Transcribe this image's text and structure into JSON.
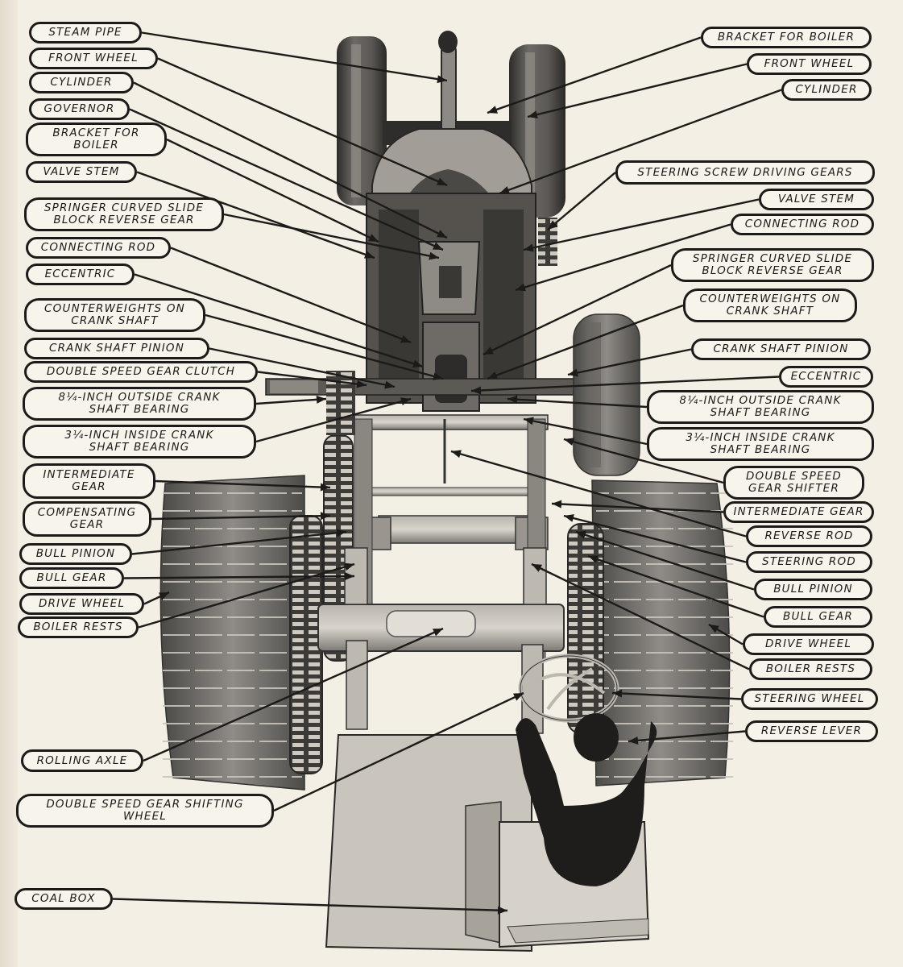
{
  "figure": {
    "subject": "Steam traction engine, top view with labeled parts",
    "colors": {
      "paper": "#f3efe4",
      "ink": "#1d1b19",
      "metal_dark": "#3a3835",
      "metal_mid": "#8a8782",
      "metal_light": "#c9c5bc"
    }
  },
  "labels_left": [
    {
      "text": "Steam Pipe"
    },
    {
      "text": "Front Wheel"
    },
    {
      "text": "Cylinder"
    },
    {
      "text": "Governor"
    },
    {
      "text": "Bracket for\nBoiler"
    },
    {
      "text": "Valve Stem"
    },
    {
      "text": "Springer Curved Slide\nBlock Reverse Gear"
    },
    {
      "text": "Connecting Rod"
    },
    {
      "text": "Eccentric"
    },
    {
      "text": "Counterweights on\nCrank Shaft"
    },
    {
      "text": "Crank Shaft Pinion"
    },
    {
      "text": "Double Speed Gear Clutch"
    },
    {
      "text": "8¼-Inch Outside Crank\nShaft Bearing"
    },
    {
      "text": "3¼-Inch Inside Crank\nShaft Bearing"
    },
    {
      "text": "Intermediate\nGear"
    },
    {
      "text": "Compensating\nGear"
    },
    {
      "text": "Bull Pinion"
    },
    {
      "text": "Bull Gear"
    },
    {
      "text": "Drive Wheel"
    },
    {
      "text": "Boiler Rests"
    },
    {
      "text": "Rolling Axle"
    },
    {
      "text": "Double Speed Gear Shifting\nWheel"
    },
    {
      "text": "Coal Box"
    }
  ],
  "labels_right": [
    {
      "text": "Bracket for Boiler"
    },
    {
      "text": "Front Wheel"
    },
    {
      "text": "Cylinder"
    },
    {
      "text": "Steering Screw Driving Gears"
    },
    {
      "text": "Valve Stem"
    },
    {
      "text": "Connecting Rod"
    },
    {
      "text": "Springer Curved Slide\nBlock Reverse Gear"
    },
    {
      "text": "Counterweights on\nCrank Shaft"
    },
    {
      "text": "Crank Shaft Pinion"
    },
    {
      "text": "Eccentric"
    },
    {
      "text": "8¼-Inch Outside Crank\nShaft Bearing"
    },
    {
      "text": "3¼-Inch Inside Crank\nShaft Bearing"
    },
    {
      "text": "Double Speed\nGear Shifter"
    },
    {
      "text": "Intermediate Gear"
    },
    {
      "text": "Reverse Rod"
    },
    {
      "text": "Steering Rod"
    },
    {
      "text": "Bull Pinion"
    },
    {
      "text": "Bull Gear"
    },
    {
      "text": "Drive Wheel"
    },
    {
      "text": "Boiler Rests"
    },
    {
      "text": "Steering Wheel"
    },
    {
      "text": "Reverse Lever"
    }
  ]
}
